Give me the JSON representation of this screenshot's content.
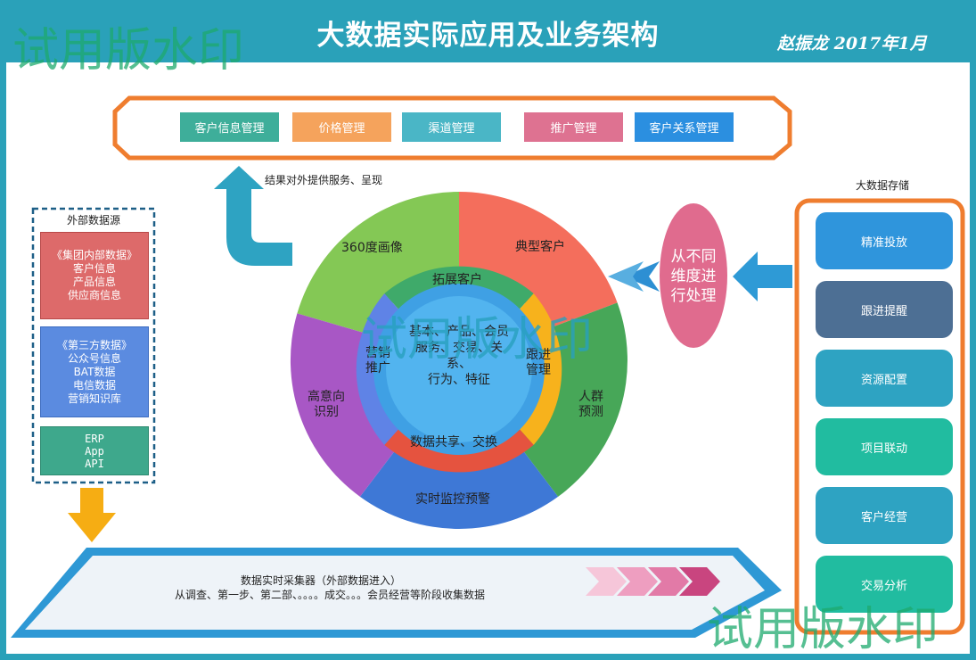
{
  "header": {
    "title": "大数据实际应用及业务架构",
    "author": "赵振龙 2017年1月"
  },
  "watermark": "试用版水印",
  "services": {
    "items": [
      {
        "label": "客户信息管理",
        "color": "#3eae9a"
      },
      {
        "label": "价格管理",
        "color": "#f5a35c"
      },
      {
        "label": "渠道管理",
        "color": "#4ab6c6"
      },
      {
        "label": "推广管理",
        "color": "#de7291"
      },
      {
        "label": "客户关系管理",
        "color": "#2b8fe0"
      }
    ]
  },
  "result_label": "结果对外提供服务、呈现",
  "external": {
    "title": "外部数据源",
    "group_internal": "《集团内部数据》",
    "internal_items": [
      "客户信息",
      "产品信息",
      "供应商信息"
    ],
    "group_third": "《第三方数据》",
    "third_items": [
      "公众号信息",
      "BAT数据",
      "电信数据",
      "营销知识库"
    ],
    "tech_items": [
      "ERP",
      "App",
      "API"
    ]
  },
  "processing": "从不同维度进行处理",
  "storage": {
    "title": "大数据存储",
    "items": [
      "精准投放",
      "跟进提醒",
      "资源配置",
      "项目联动",
      "客户经营",
      "交易分析"
    ]
  },
  "outer_ring": [
    "360度画像",
    "典型客户",
    "人群预测",
    "实时监控预警",
    "高意向识别"
  ],
  "middle_ring": [
    "拓展客户",
    "跟进管理",
    "数据共享、交换",
    "营销推广"
  ],
  "center": [
    "基本、产品、会员",
    "服务、交易、关系、",
    "行为、特征"
  ],
  "collector": {
    "title": "数据实时采集器（外部数据进入）",
    "subtitle": "从调查、第一步、第二部、。。。。成交。。。会员经营等阶段收集数据"
  }
}
